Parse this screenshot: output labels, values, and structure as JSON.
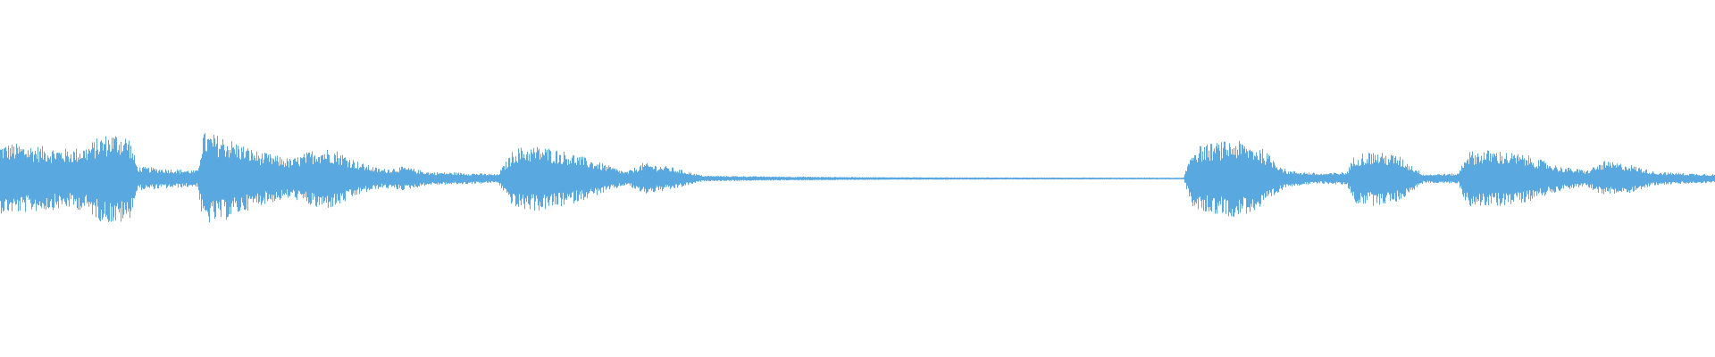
{
  "waveform": {
    "color": "#5aa8e0",
    "background": "#ffffff",
    "duration_fraction_axis": "normalized",
    "envelope": [
      [
        0.0,
        0.45
      ],
      [
        0.01,
        0.45
      ],
      [
        0.04,
        0.38
      ],
      [
        0.05,
        0.42
      ],
      [
        0.058,
        0.55
      ],
      [
        0.068,
        0.6
      ],
      [
        0.075,
        0.55
      ],
      [
        0.08,
        0.15
      ],
      [
        0.1,
        0.12
      ],
      [
        0.115,
        0.1
      ],
      [
        0.118,
        0.6
      ],
      [
        0.13,
        0.55
      ],
      [
        0.15,
        0.35
      ],
      [
        0.17,
        0.25
      ],
      [
        0.185,
        0.4
      ],
      [
        0.195,
        0.38
      ],
      [
        0.21,
        0.2
      ],
      [
        0.222,
        0.12
      ],
      [
        0.235,
        0.15
      ],
      [
        0.25,
        0.08
      ],
      [
        0.27,
        0.07
      ],
      [
        0.29,
        0.05
      ],
      [
        0.3,
        0.4
      ],
      [
        0.315,
        0.42
      ],
      [
        0.33,
        0.35
      ],
      [
        0.35,
        0.2
      ],
      [
        0.365,
        0.08
      ],
      [
        0.375,
        0.2
      ],
      [
        0.39,
        0.15
      ],
      [
        0.41,
        0.03
      ],
      [
        0.45,
        0.02
      ],
      [
        0.5,
        0.012
      ],
      [
        0.55,
        0.008
      ],
      [
        0.6,
        0.006
      ],
      [
        0.65,
        0.005
      ],
      [
        0.69,
        0.004
      ],
      [
        0.695,
        0.4
      ],
      [
        0.705,
        0.45
      ],
      [
        0.72,
        0.5
      ],
      [
        0.735,
        0.4
      ],
      [
        0.75,
        0.1
      ],
      [
        0.77,
        0.06
      ],
      [
        0.785,
        0.08
      ],
      [
        0.79,
        0.32
      ],
      [
        0.8,
        0.35
      ],
      [
        0.815,
        0.3
      ],
      [
        0.83,
        0.05
      ],
      [
        0.85,
        0.06
      ],
      [
        0.855,
        0.35
      ],
      [
        0.87,
        0.37
      ],
      [
        0.89,
        0.3
      ],
      [
        0.91,
        0.15
      ],
      [
        0.925,
        0.1
      ],
      [
        0.935,
        0.22
      ],
      [
        0.95,
        0.18
      ],
      [
        0.965,
        0.08
      ],
      [
        1.0,
        0.05
      ]
    ]
  }
}
